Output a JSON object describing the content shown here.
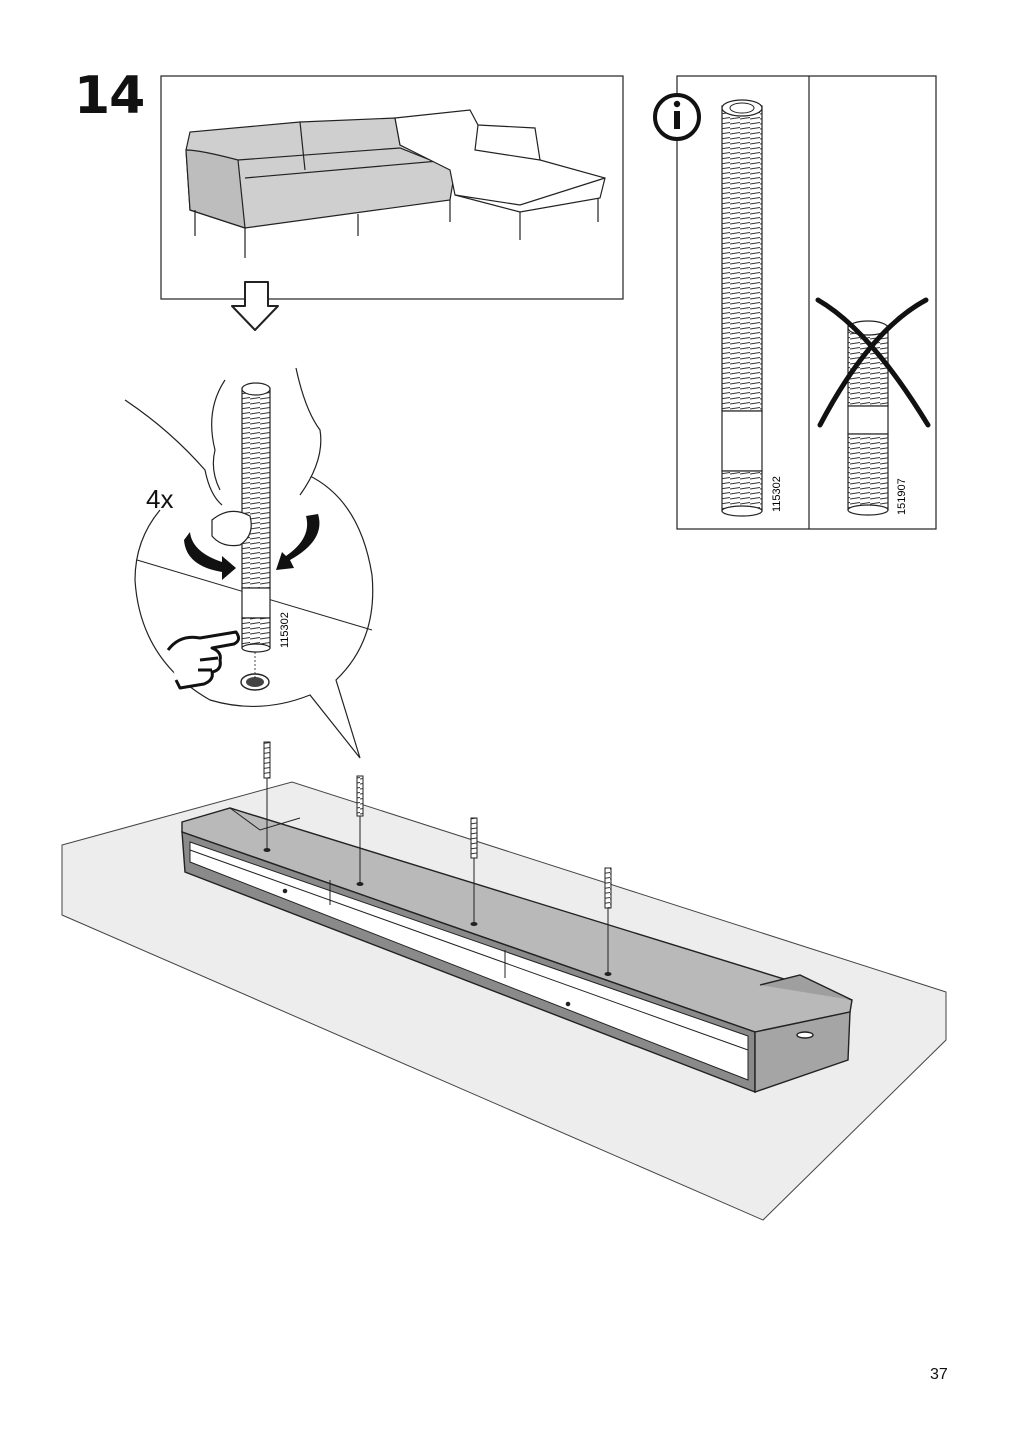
{
  "step": {
    "number": "14"
  },
  "quantity_label": "4x",
  "parts": {
    "main_bolt_code": "115302",
    "wrong_bolt_code": "151907",
    "detail_bolt_code": "115302"
  },
  "icons": {
    "info": "info-icon",
    "wrong": "cross-mark-icon",
    "rotate": "rotate-arrows-icon",
    "hand_point": "pointing-hand-icon",
    "arrow_down": "arrow-down-icon"
  },
  "page": {
    "number": "37"
  }
}
